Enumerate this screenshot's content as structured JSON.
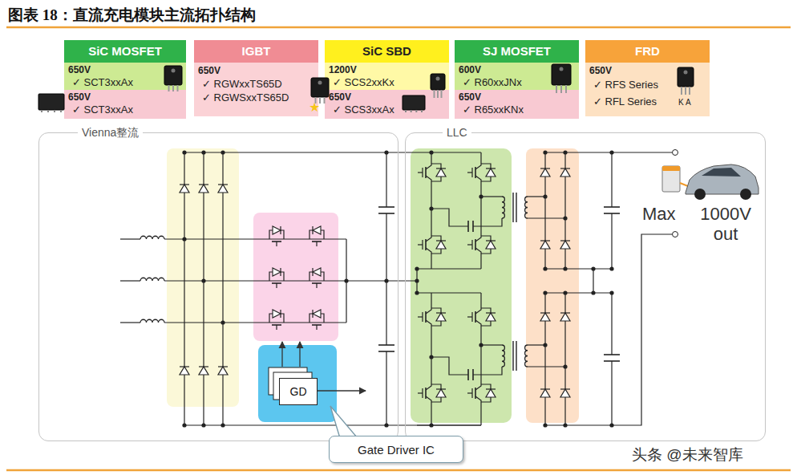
{
  "diagram": {
    "title": "图表 18：直流充电模块主流拓扑结构",
    "nodes": [
      {
        "text": [
          "SiC MOSFET",
          "650V",
          "✓ SCT3xxAx",
          "650V",
          "✓ SCT3xxAx"
        ]
      },
      {
        "text": [
          "IGBT",
          "650V",
          "✓ RGWxxTS65D",
          "✓ RGWSxxTS65D"
        ]
      },
      {
        "text": [
          "SiC SBD",
          "1200V",
          "✓ SCS2xxKx",
          "650V",
          "✓ SCS3xxAx"
        ]
      },
      {
        "text": [
          "SJ MOSFET",
          "600V",
          "✓ R60xxJNx",
          "650V",
          "✓ R65xxKNx"
        ]
      },
      {
        "text": [
          "FRD",
          "650V",
          "✓ RFS Series",
          "✓ RFL Series"
        ]
      },
      {
        "text": [
          "Vienna整流"
        ]
      },
      {
        "text": [
          "GD"
        ],
        "in": 5
      },
      {
        "text": [
          "LLC"
        ]
      },
      {
        "text": [
          "Gate Driver IC"
        ]
      }
    ],
    "labels": [
      "K A",
      "Max",
      "1000V out",
      "头条 @未来智库"
    ]
  }
}
